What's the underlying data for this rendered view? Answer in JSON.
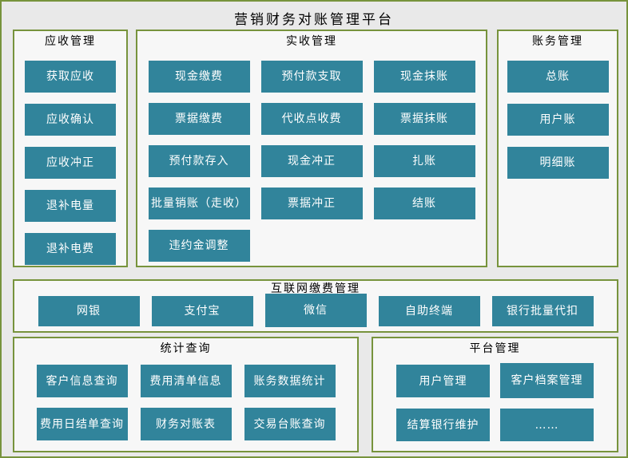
{
  "title": "营销财务对账管理平台",
  "colors": {
    "button_bg": "#31849B",
    "button_text": "#FFFFFF",
    "border": "#77933C",
    "panel_bg": "#F7F7F7",
    "page_bg": "#E9E9E9",
    "title_text": "#000000"
  },
  "panels": {
    "receivables": {
      "title": "应收管理",
      "buttons": [
        "获取应收",
        "应收确认",
        "应收冲正",
        "退补电量",
        "退补电费"
      ]
    },
    "actual": {
      "title": "实收管理",
      "columns": [
        [
          "现金缴费",
          "票据缴费",
          "预付款存入",
          "批量销账（走收）",
          "违约金调整"
        ],
        [
          "预付款支取",
          "代收点收费",
          "现金冲正",
          "票据冲正"
        ],
        [
          "现金抹账",
          "票据抹账",
          "扎账",
          "结账"
        ]
      ]
    },
    "accounting": {
      "title": "账务管理",
      "buttons": [
        "总账",
        "用户账",
        "明细账"
      ]
    },
    "internet": {
      "title": "互联网缴费管理",
      "buttons": [
        "网银",
        "支付宝",
        "微信",
        "自助终端",
        "银行批量代扣"
      ]
    },
    "stats": {
      "title": "统计查询",
      "buttons": [
        "客户信息查询",
        "费用清单信息",
        "账务数据统计",
        "费用日结单查询",
        "财务对账表",
        "交易台账查询"
      ]
    },
    "platform": {
      "title": "平台管理",
      "buttons": [
        "用户管理",
        "客户档案管理",
        "结算银行维护",
        "……"
      ]
    }
  }
}
